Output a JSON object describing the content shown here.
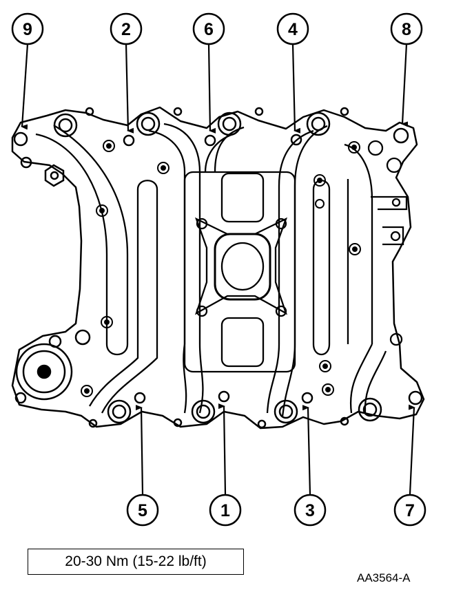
{
  "diagram": {
    "callouts_top": [
      "9",
      "2",
      "6",
      "4",
      "8"
    ],
    "callouts_bottom": [
      "5",
      "1",
      "3",
      "7"
    ],
    "torque_spec": "20-30 Nm (15-22 lb/ft)",
    "figure_id": "AA3564-A"
  }
}
